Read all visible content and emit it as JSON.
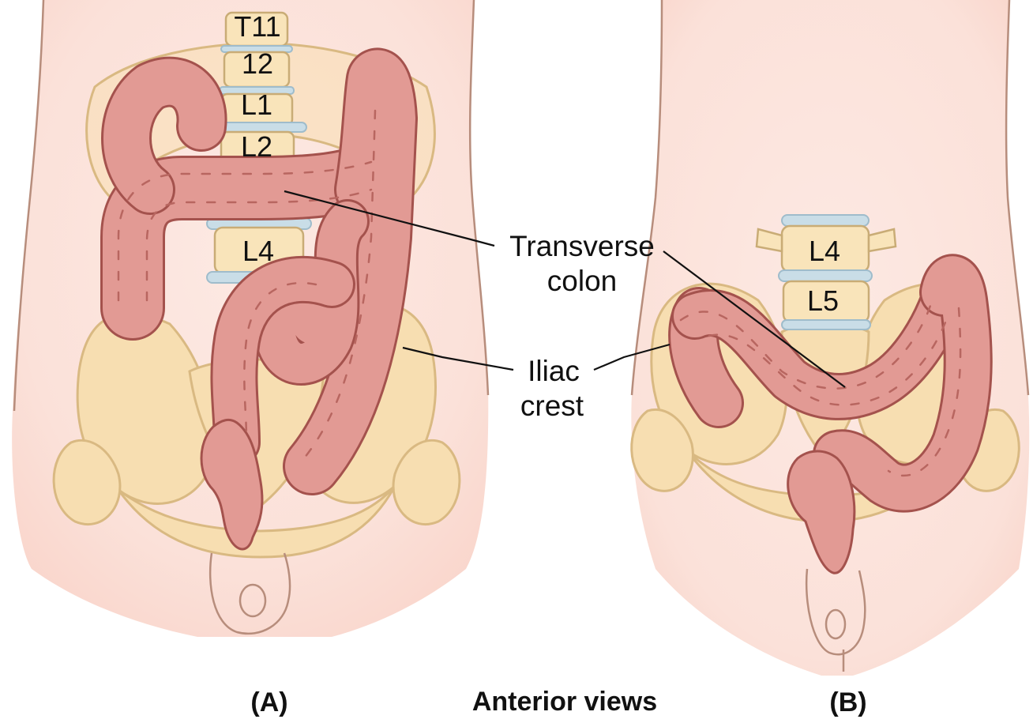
{
  "panel_a": {
    "vertebra_labels": [
      "T11",
      "12",
      "L1",
      "L2",
      "L4"
    ],
    "caption": "(A)"
  },
  "panel_b": {
    "vertebra_labels": [
      "L4",
      "L5"
    ],
    "caption": "(B)"
  },
  "callouts": {
    "transverse_colon": [
      "Transverse",
      "colon"
    ],
    "iliac_crest": [
      "Iliac",
      "crest"
    ]
  },
  "figure_caption": "Anterior views",
  "colors": {
    "skin": "#fbe3dc",
    "colon": "#e29a94",
    "colon_outline": "#a4524d",
    "bone": "#f7deb1",
    "disc": "#c9dde7"
  }
}
